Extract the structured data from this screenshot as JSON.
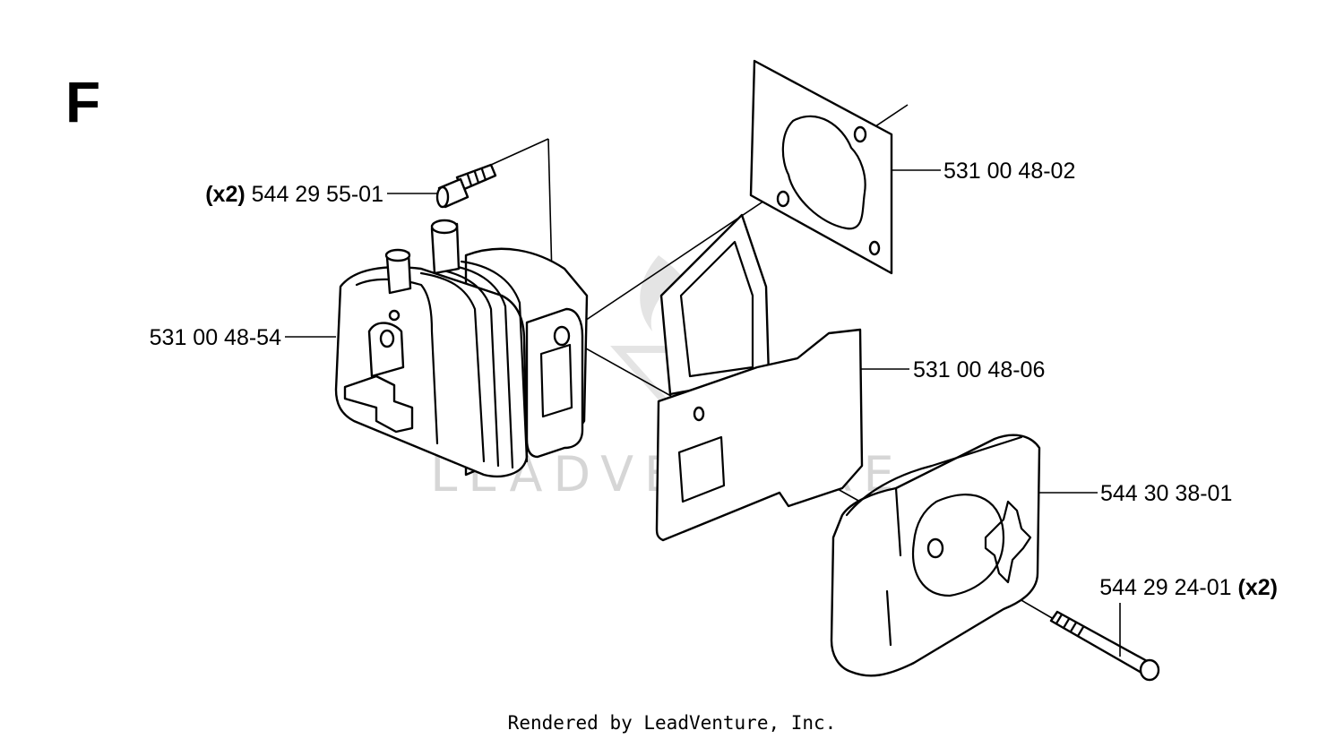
{
  "section_letter": "F",
  "watermark": "LEADVENTURE",
  "footer": "Rendered by LeadVenture, Inc.",
  "parts": [
    {
      "qty": "(x2)",
      "number": "544 29 55-01",
      "qty_position": "before"
    },
    {
      "qty": "",
      "number": "531 00 48-02",
      "qty_position": "none"
    },
    {
      "qty": "",
      "number": "531 00 48-54",
      "qty_position": "none"
    },
    {
      "qty": "",
      "number": "531 00 48-06",
      "qty_position": "none"
    },
    {
      "qty": "",
      "number": "544 30 38-01",
      "qty_position": "none"
    },
    {
      "qty": "(x2)",
      "number": "544 29 24-01",
      "qty_position": "after"
    }
  ]
}
